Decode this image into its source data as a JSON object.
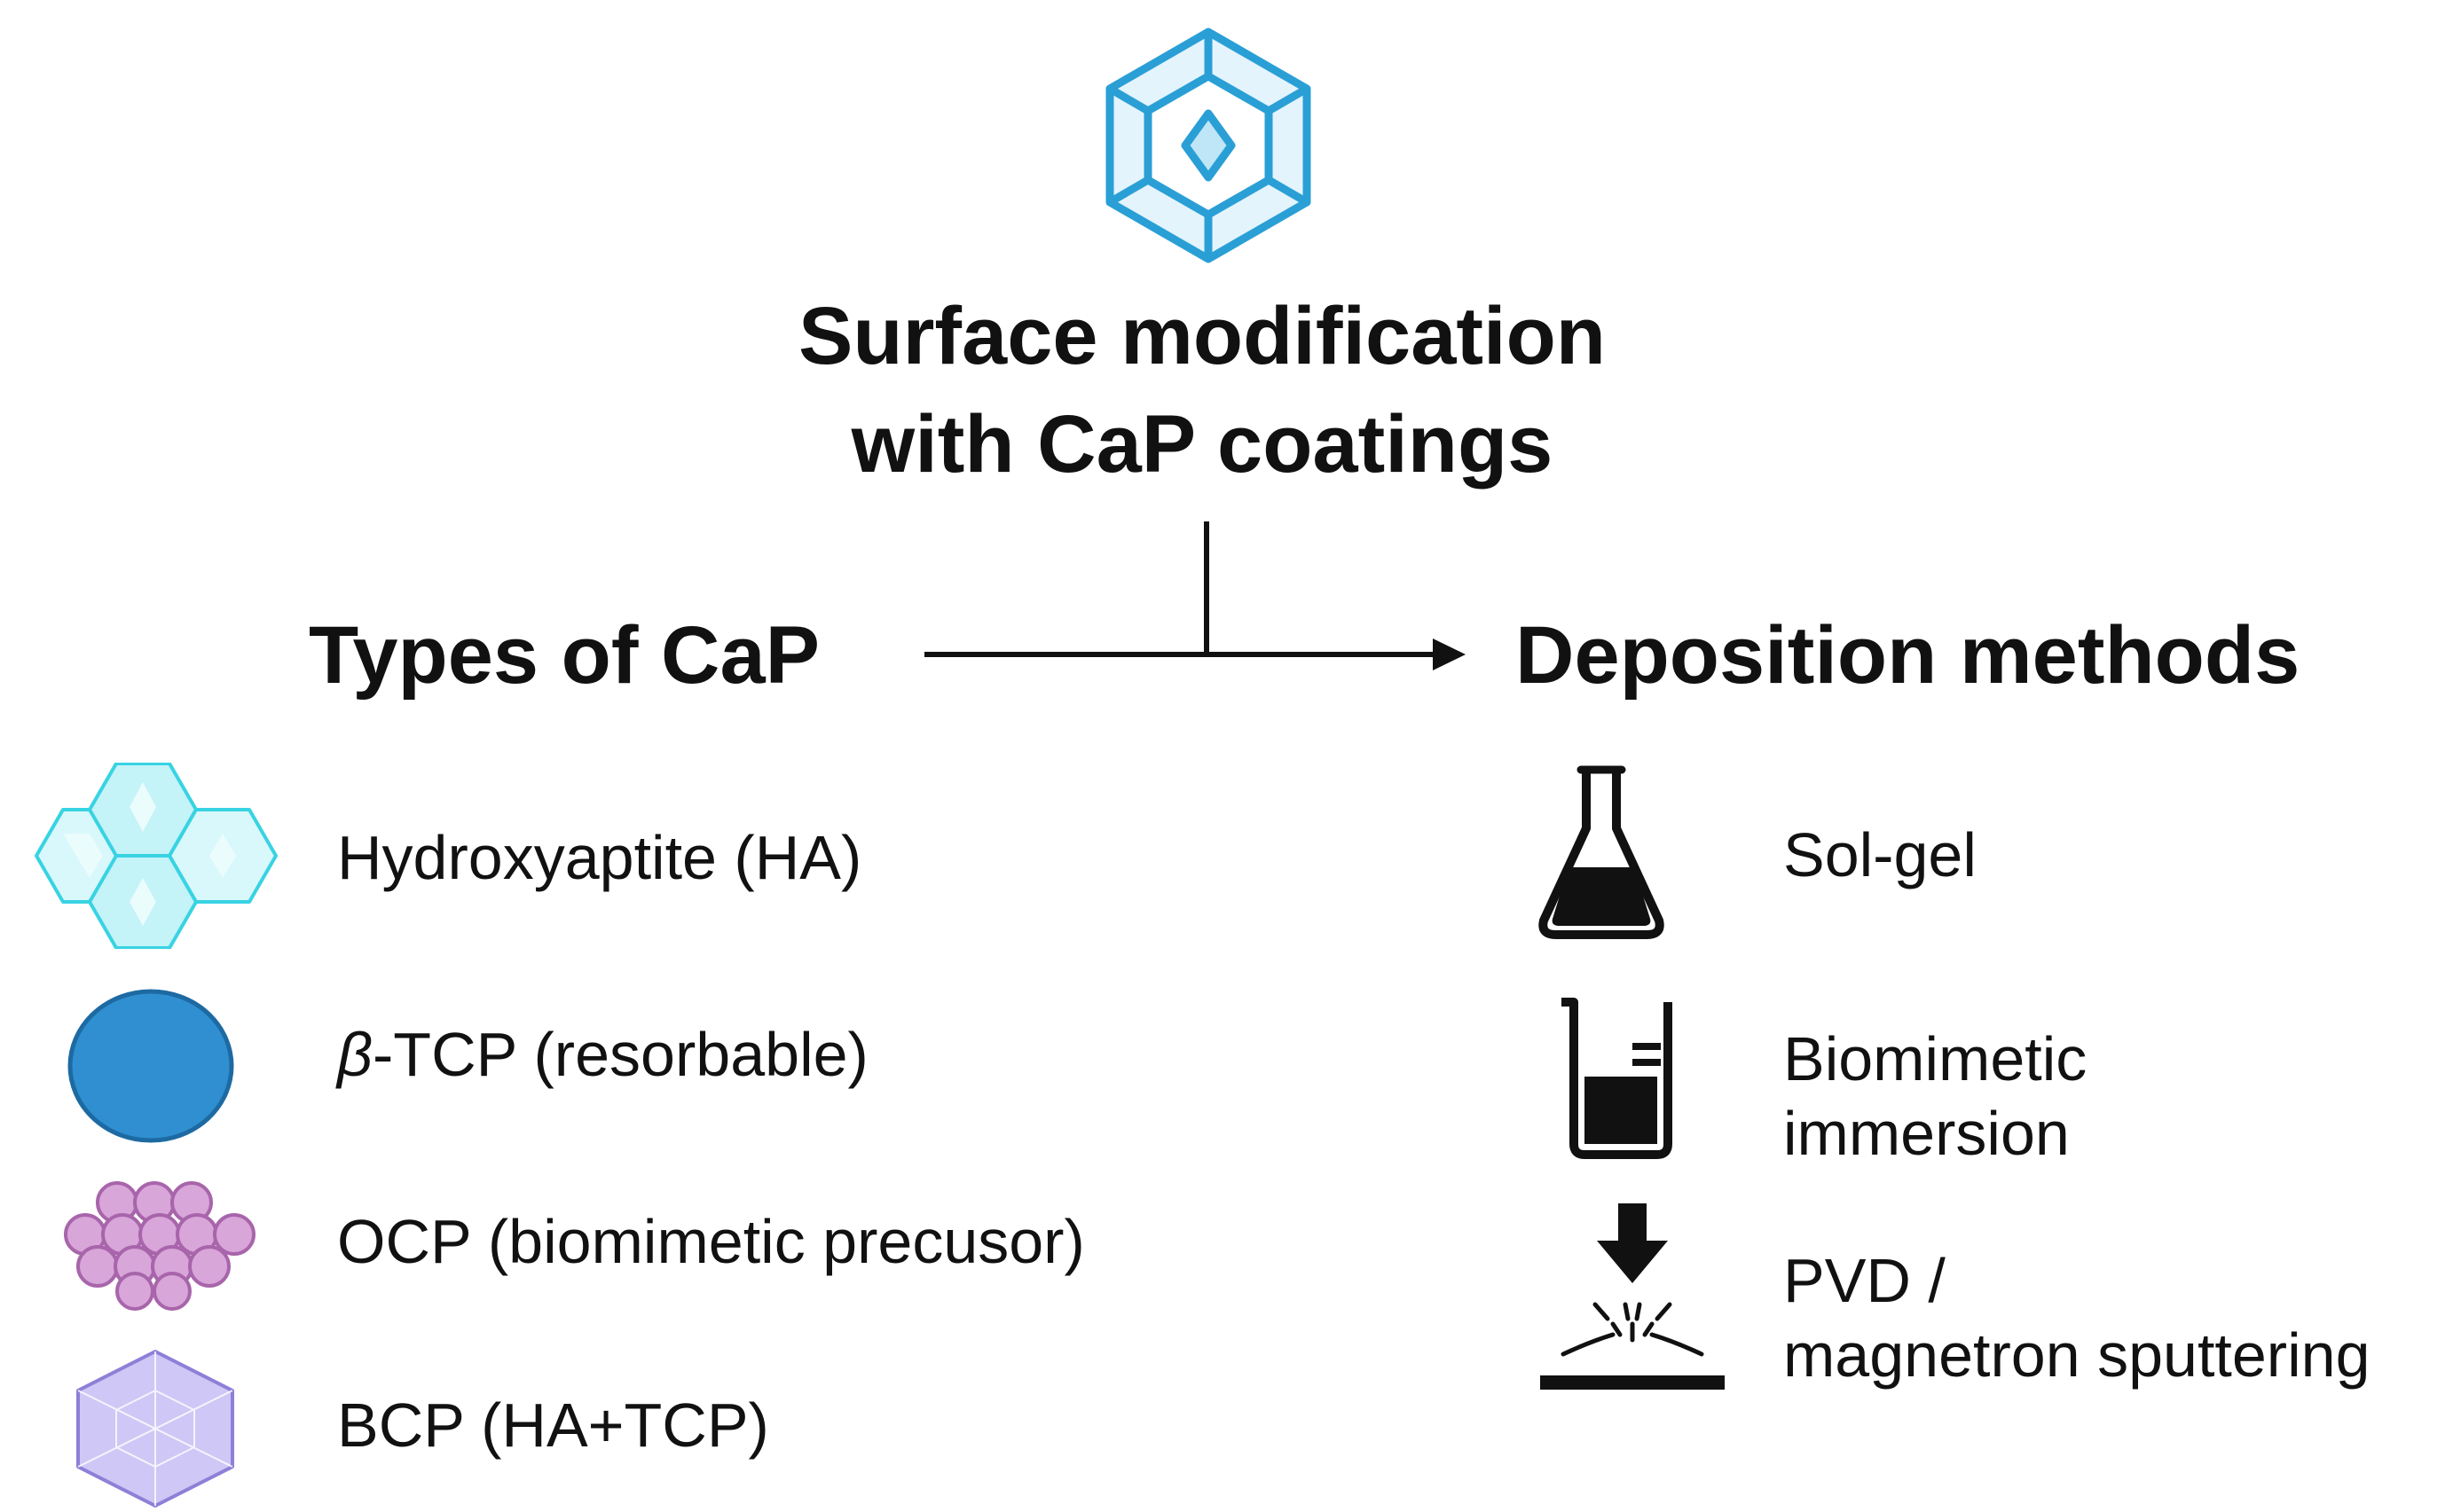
{
  "title": {
    "line1": "Surface modification",
    "line2": "with CaP coatings"
  },
  "types": {
    "heading": "Types of CaP",
    "items": [
      {
        "icon": "hexagon-cluster-icon",
        "label": "Hydroxyaptite (HA)",
        "color": "#5ce1ec"
      },
      {
        "icon": "blue-ellipse-icon",
        "label_symbol": "β",
        "label_rest": "-TCP (resorbable)",
        "color": "#2f8fd0"
      },
      {
        "icon": "purple-bead-cluster-icon",
        "label": "OCP (biomimetic precusor)",
        "color": "#c77fc9"
      },
      {
        "icon": "lavender-faceted-hexagon-icon",
        "label": "BCP (HA+TCP)",
        "color": "#a79bea"
      }
    ]
  },
  "methods": {
    "heading": "Deposition methods",
    "items": [
      {
        "icon": "erlenmeyer-flask-icon",
        "lines": [
          "Sol-gel"
        ]
      },
      {
        "icon": "beaker-icon",
        "lines": [
          "Biomimetic",
          "immersion"
        ]
      },
      {
        "icon": "sputtering-icon",
        "lines": [
          "PVD /",
          "magnetron sputtering"
        ]
      }
    ]
  },
  "colors": {
    "accent": "#2a9fd6",
    "text": "#111111"
  }
}
